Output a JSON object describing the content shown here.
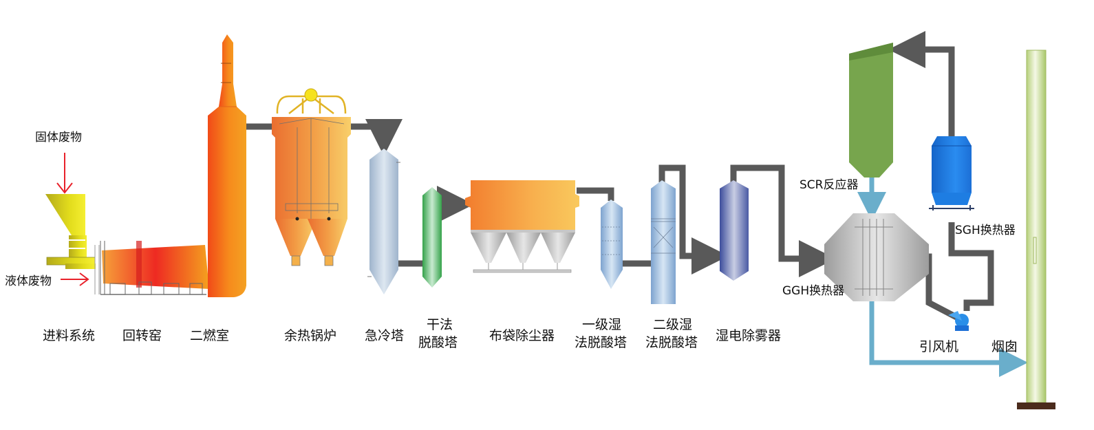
{
  "inputs": {
    "solid": "固体废物",
    "liquid": "液体废物"
  },
  "labels": {
    "feed": "进料系统",
    "kiln": "回转窑",
    "secondary": "二燃室",
    "boiler": "余热锅炉",
    "quench_tower": "急冷塔",
    "dry_deacid_1": "干法",
    "dry_deacid_2": "脱酸塔",
    "baghouse": "布袋除尘器",
    "wet1_1": "一级湿",
    "wet1_2": "法脱酸塔",
    "wet2_1": "二级湿",
    "wet2_2": "法脱酸塔",
    "wesp": "湿电除雾器",
    "scr": "SCR反应器",
    "ggh": "GGH换热器",
    "sgh": "SGH换热器",
    "fan": "引风机",
    "chimney": "烟囱"
  },
  "colors": {
    "flue_duct": "#595959",
    "clean_gas": "#6aaecb",
    "input_arrow": "#e8212a",
    "scr_body": "#77a54d",
    "sgh_body": "#1e7de2",
    "fan_body": "#2a8ee8"
  }
}
